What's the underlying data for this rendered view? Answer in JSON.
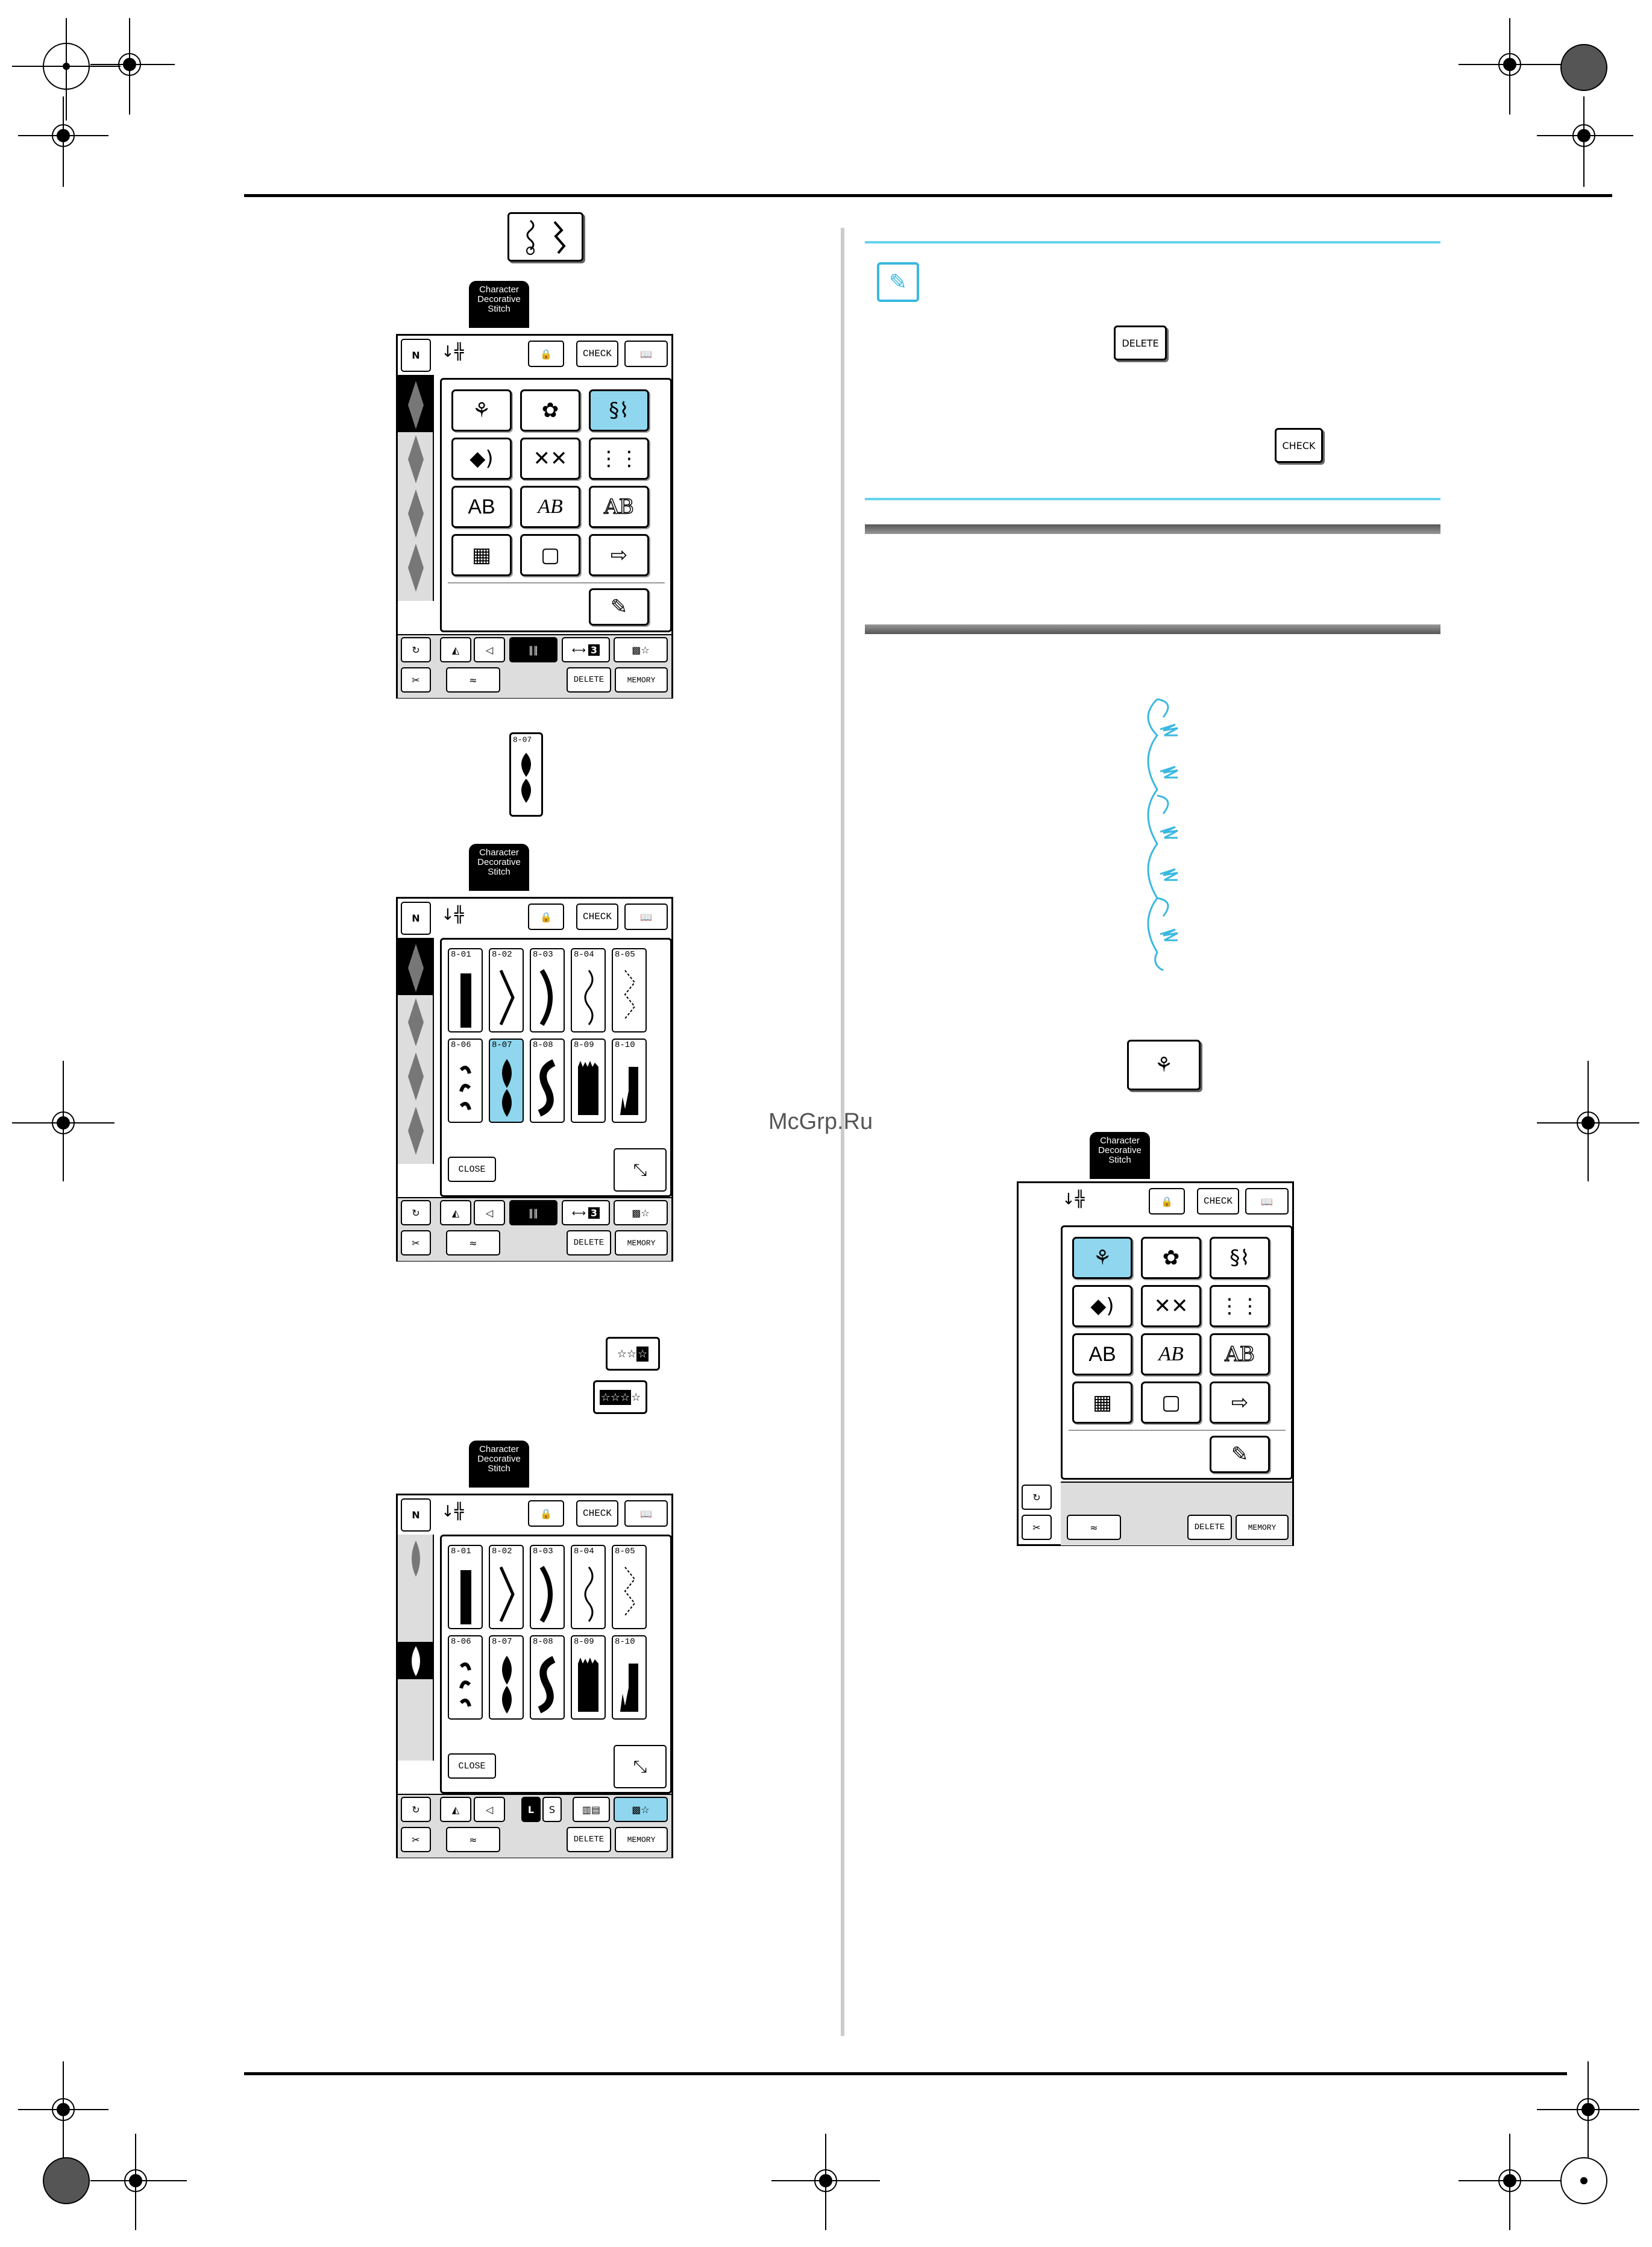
{
  "watermark": "McGrp.Ru",
  "screen_tab": {
    "line1": "Character",
    "line2": "Decorative",
    "line3": "Stitch"
  },
  "buttons": {
    "check": "CHECK",
    "delete": "DELETE",
    "memory": "MEMORY",
    "close": "CLOSE",
    "n_foot": "N",
    "size_l": "L",
    "size_s": "S",
    "step_3": "3"
  },
  "category_icons": [
    [
      "satin-stitch-icon",
      "floral-stitch-icon",
      "decorative-satin-icon"
    ],
    [
      "satin-pattern-icon",
      "cross-stitch-icon",
      "utility-decorative-icon"
    ],
    [
      "gothic-font-icon",
      "script-font-icon",
      "outline-font-icon"
    ],
    [
      "my-custom-stitch-icon",
      "pocket-icon",
      "usb-icon"
    ]
  ],
  "font_labels": {
    "gothic": "AB",
    "script": "AB",
    "outline": "AB"
  },
  "stitch_pattern": {
    "label": "8-07"
  },
  "pattern_numbers": [
    "8-01",
    "8-02",
    "8-03",
    "8-04",
    "8-05",
    "8-06",
    "8-07",
    "8-08",
    "8-09",
    "8-10"
  ],
  "colors": {
    "selected": "#8fd6ee",
    "accent_line": "#66d3ec",
    "preview_stitch": "#3ab8e0"
  }
}
